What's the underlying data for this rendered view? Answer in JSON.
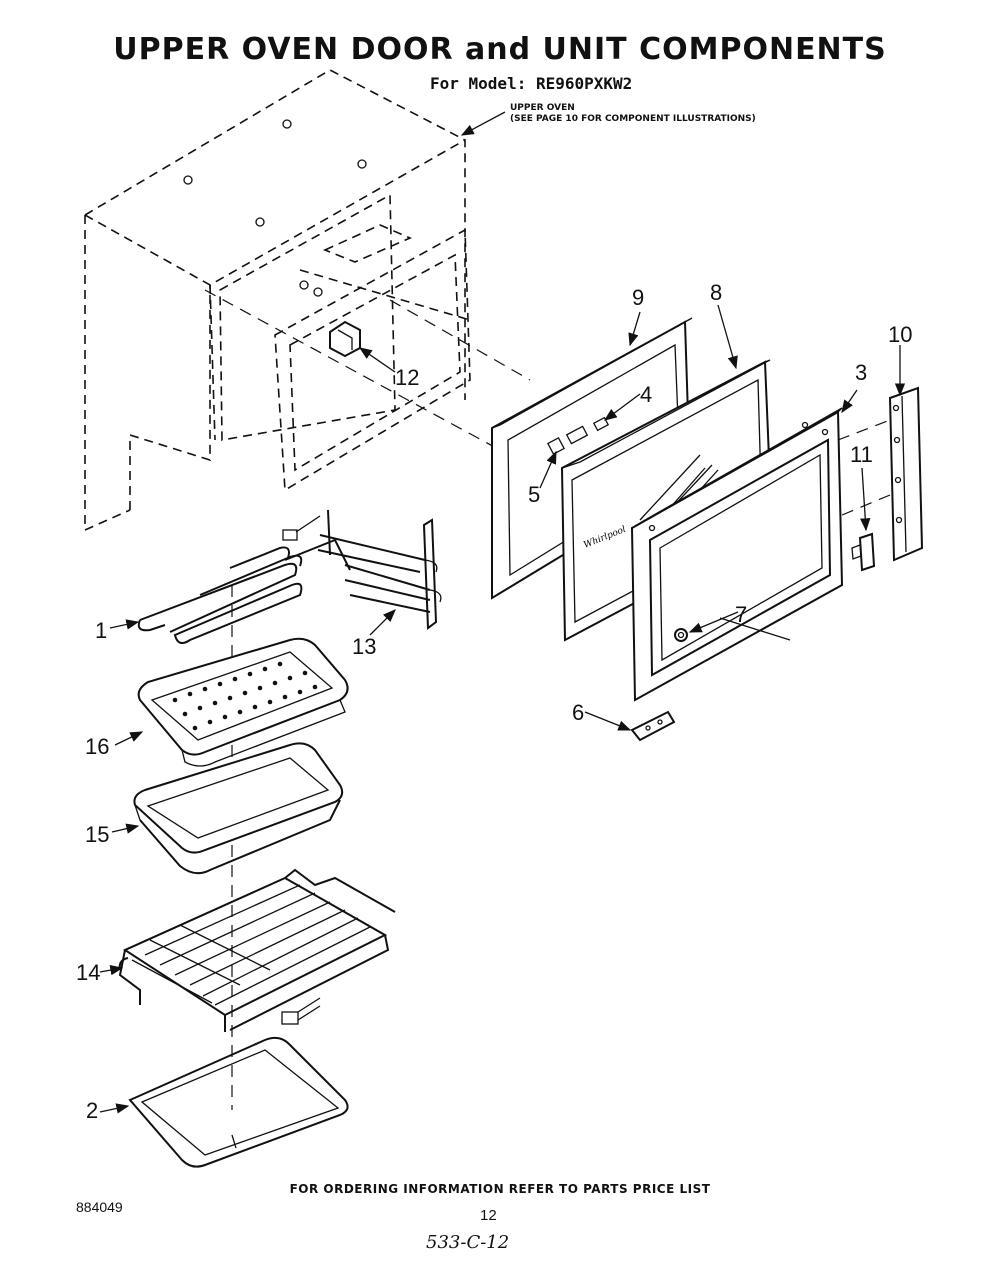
{
  "title": "UPPER OVEN DOOR and UNIT COMPONENTS",
  "subtitle": "For Model: RE960PXKW2",
  "upper_oven_note": {
    "line1": "UPPER OVEN",
    "line2": "(SEE PAGE 10 FOR COMPONENT ILLUSTRATIONS)"
  },
  "brand_mark": "Whirlpool",
  "callouts": {
    "c1": "1",
    "c2": "2",
    "c3": "3",
    "c4": "4",
    "c5": "5",
    "c6": "6",
    "c7": "7",
    "c8": "8",
    "c9": "9",
    "c10": "10",
    "c11": "11",
    "c12": "12",
    "c13": "13",
    "c14": "14",
    "c15": "15",
    "c16": "16"
  },
  "footer": "FOR ORDERING INFORMATION REFER TO PARTS PRICE LIST",
  "doc_number": "884049",
  "page_number": "12",
  "handwritten_note": "533-C-12"
}
